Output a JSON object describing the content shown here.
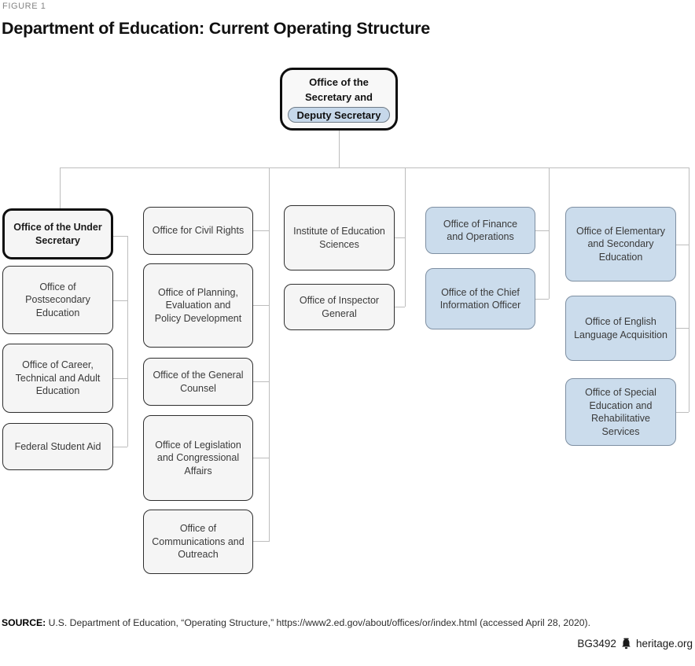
{
  "figure_label": "FIGURE 1",
  "title": "Department of Education: Current Operating Structure",
  "org": {
    "root": {
      "line1": "Office of the",
      "line2": "Secretary and",
      "badge": "Deputy Secretary"
    },
    "boxes": {
      "under_secretary": "Office of the Under Secretary",
      "postsecondary": "Office of Postsecondary Education",
      "career": "Office of Career, Technical and Adult Education",
      "fsa": "Federal Student Aid",
      "civil_rights": "Office for Civil Rights",
      "planning": "Office of Planning, Evaluation and Policy Development",
      "general_counsel": "Office of the General Counsel",
      "legislation": "Office of Legislation and Congressional Affairs",
      "communications": "Office of Communications and Outreach",
      "institute": "Institute of Education Sciences",
      "inspector_general": "Office of Inspector General",
      "finance": "Office of Finance and Operations",
      "cio": "Office of the Chief Information Officer",
      "elementary": "Office of Elementary and Secondary Education",
      "english": "Office of English Language Acquisition",
      "special_ed": "Office of Special Education and Rehabilitative Services"
    }
  },
  "source": {
    "label": "SOURCE:",
    "text": " U.S. Department of Education, “Operating Structure,” https://www2.ed.gov/about/offices/or/index.html (accessed April 28, 2020)."
  },
  "footer": {
    "report_id": "BG3492",
    "site": "heritage.org"
  },
  "colors": {
    "box_gray": "#f5f5f5",
    "box_border": "#2e2e2e",
    "box_border_strong": "#0f0f0f",
    "box_blue": "#cbdcec",
    "box_blue_border": "#7e8fa2",
    "badge_fill": "#c6d8ea",
    "badge_border": "#6f7b87",
    "connector": "#bdbdbd"
  }
}
